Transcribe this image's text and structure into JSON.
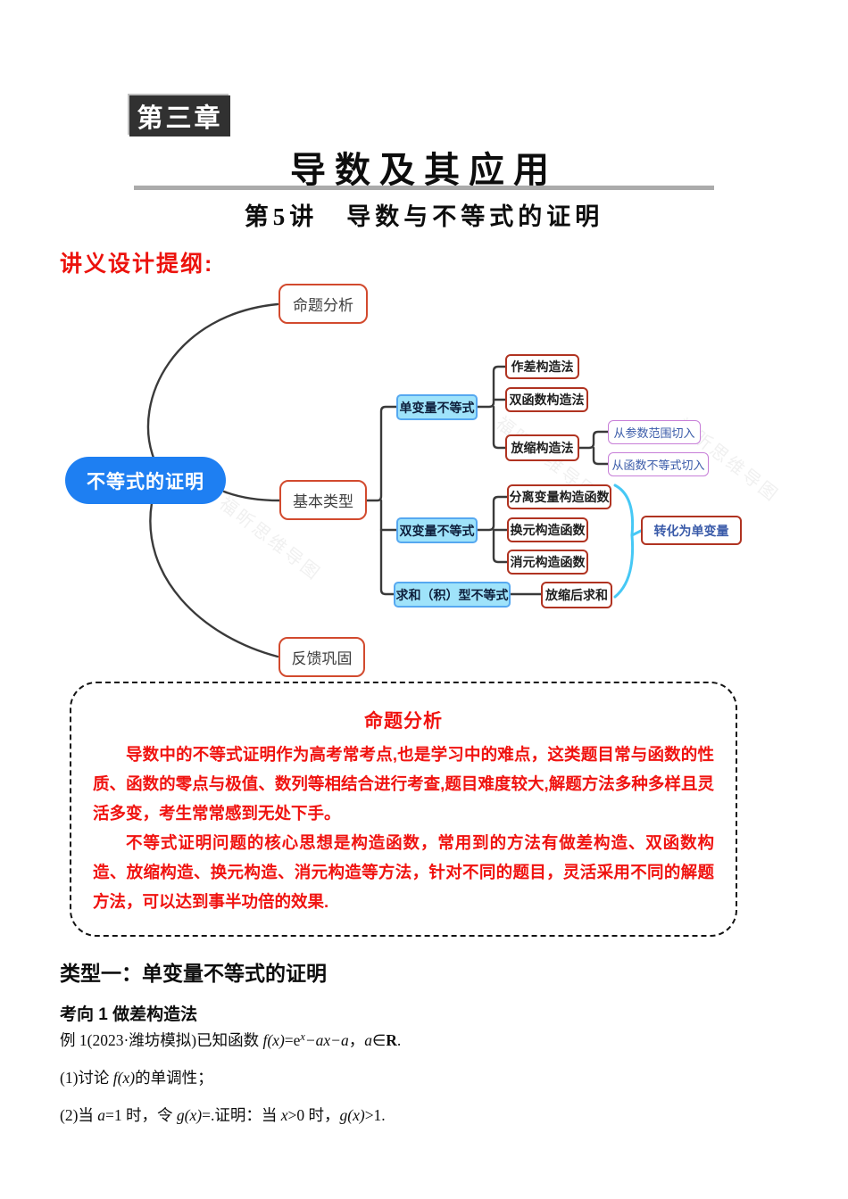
{
  "header": {
    "chapter_badge": "第三章",
    "book_title": "导数及其应用",
    "lecture_title": "第5讲　导数与不等式的证明"
  },
  "outline_label": "讲义设计提纲:",
  "watermark": "福昕思维导图",
  "mindmap": {
    "root": "不等式的证明",
    "analysis": "命题分析",
    "basic": "基本类型",
    "feedback": "反馈巩固",
    "single_var": "单变量不等式",
    "double_var": "双变量不等式",
    "sum_type": "求和（积）型不等式",
    "diff_method": "作差构造法",
    "double_fn_method": "双函数构造法",
    "scaling_method": "放缩构造法",
    "from_param": "从参数范围切入",
    "from_func_ineq": "从函数不等式切入",
    "separate_var": "分离变量构造函数",
    "substitute": "换元构造函数",
    "eliminate": "消元构造函数",
    "to_single_var": "转化为单变量",
    "sum_after_scaling": "放缩后求和"
  },
  "analysis_box": {
    "title": "命题分析",
    "para1": "导数中的不等式证明作为高考常考点,也是学习中的难点，这类题目常与函数的性质、函数的零点与极值、数列等相结合进行考查,题目难度较大,解题方法多种多样且灵活多变，考生常常感到无处下手。",
    "para2": "不等式证明问题的核心思想是构造函数，常用到的方法有做差构造、双函数构造、放缩构造、换元构造、消元构造等方法，针对不同的题目，灵活采用不同的解题方法，可以达到事半功倍的效果."
  },
  "section": {
    "type_heading": "类型一：单变量不等式的证明",
    "direction_heading": "考向 1 做差构造法",
    "example": {
      "s1": "例 1(2023·潍坊模拟)已知函数 ",
      "s2": "f(x)",
      "s3": "=e",
      "s4": "x",
      "s5": "−ax−a",
      "s6": "，",
      "s7": "a",
      "s8": "∈",
      "s9": "R",
      "s10": "."
    },
    "q1": {
      "s1": "(1)讨论 ",
      "s2": "f(x)",
      "s3": "的单调性；"
    },
    "q2": {
      "s1": "(2)当 ",
      "s2": "a",
      "s3": "=1 时，令 ",
      "s4": "g(x)",
      "s5": "=.证明：当 ",
      "s6": "x",
      "s7": ">0 时，",
      "s8": "g(x)",
      "s9": ">1."
    }
  }
}
